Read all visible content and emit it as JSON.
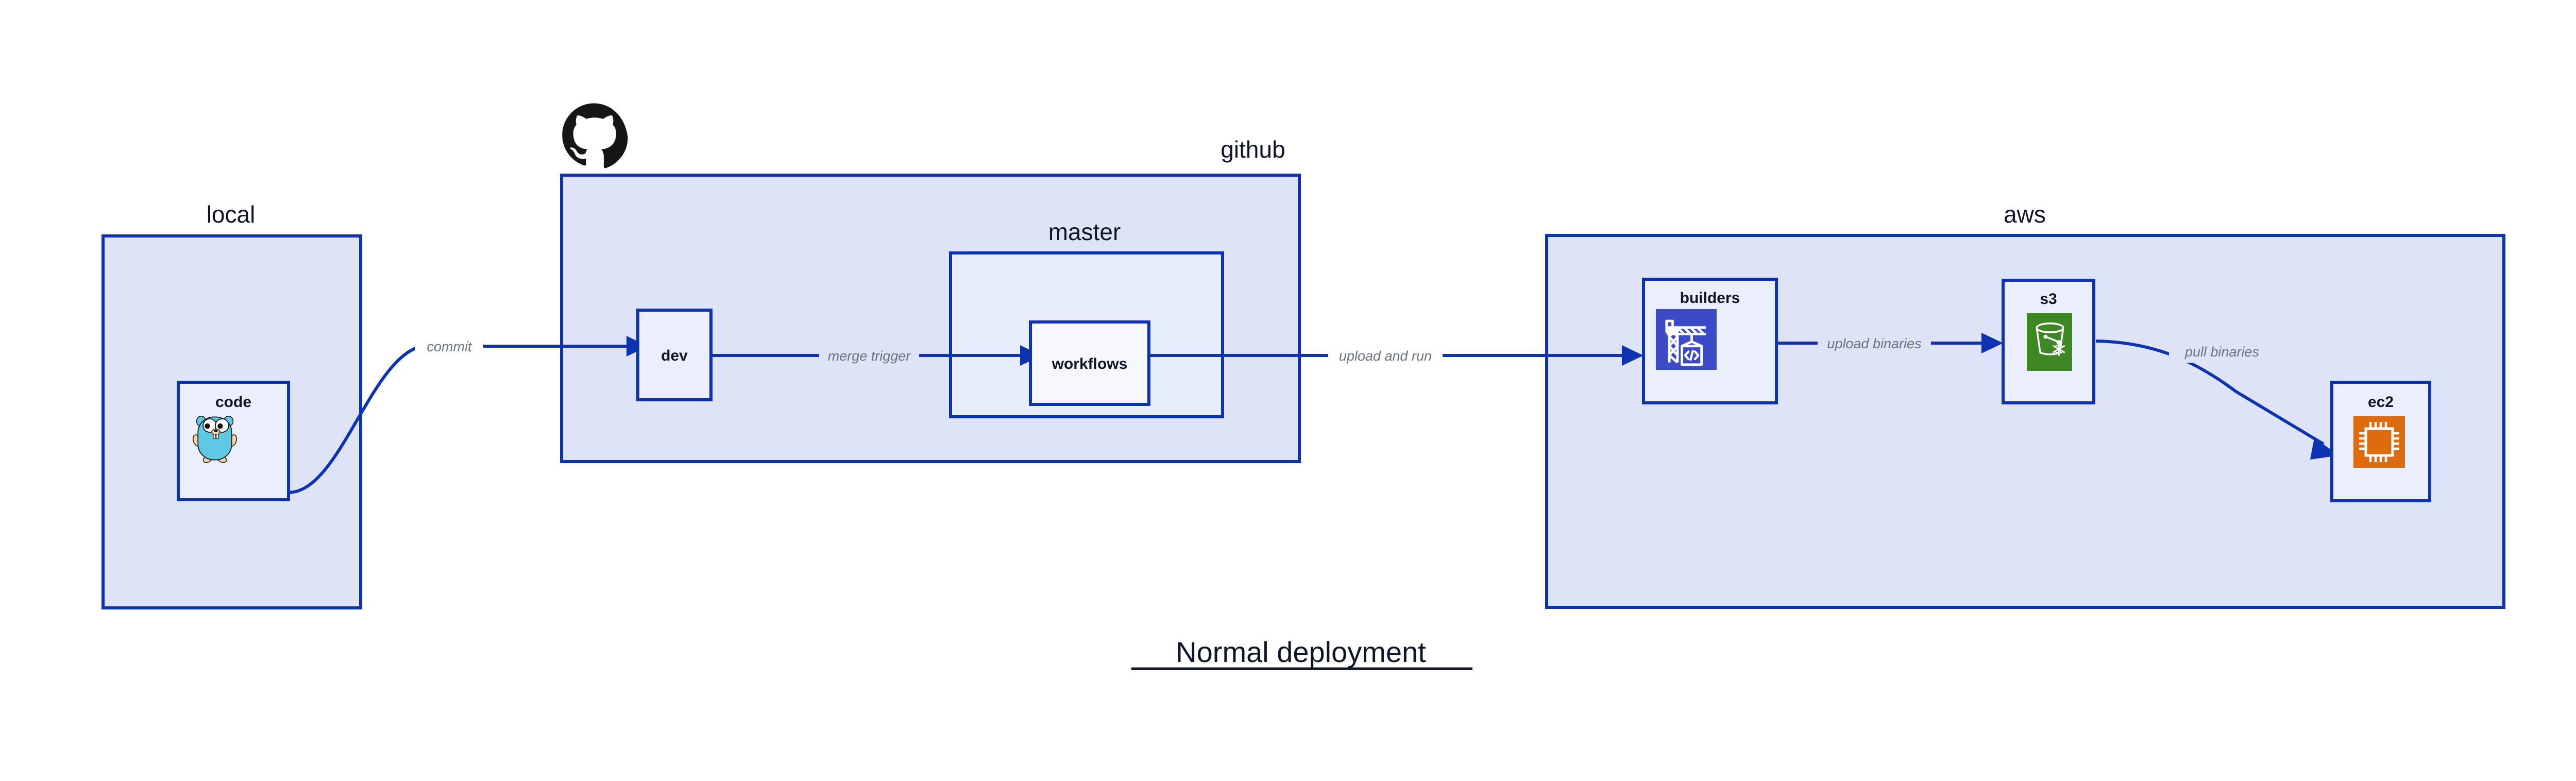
{
  "diagram": {
    "caption": "Normal deployment",
    "colors": {
      "group_fill": "#dee3f8",
      "group_fill_nested": "#e8edfb",
      "node_fill": "#ebeefb",
      "node_fill_light": "#f6f8fd",
      "stroke": "#0d33b2",
      "text": "#0f1429",
      "edge_label": "#6b7280",
      "s3_green": "#3f8624",
      "ec2_orange": "#dd6b10",
      "builders_blue": "#3b4bc8",
      "gopher_cyan": "#5dc9e2",
      "gopher_tan": "#f6d2a9",
      "github_black": "#161616"
    },
    "groups": [
      {
        "id": "local",
        "label": "local"
      },
      {
        "id": "github",
        "label": "github"
      },
      {
        "id": "master",
        "label": "master"
      },
      {
        "id": "aws",
        "label": "aws"
      }
    ],
    "nodes": [
      {
        "id": "code",
        "label": "code",
        "icon": "go-gopher-icon",
        "group": "local"
      },
      {
        "id": "dev",
        "label": "dev",
        "icon": null,
        "group": "github"
      },
      {
        "id": "workflows",
        "label": "workflows",
        "icon": null,
        "group": "master"
      },
      {
        "id": "builders",
        "label": "builders",
        "icon": "crane-code-icon",
        "group": "aws"
      },
      {
        "id": "s3",
        "label": "s3",
        "icon": "s3-bucket-icon",
        "group": "aws"
      },
      {
        "id": "ec2",
        "label": "ec2",
        "icon": "cpu-chip-icon",
        "group": "aws"
      }
    ],
    "edges": [
      {
        "id": "commit",
        "label": "commit",
        "from": "code",
        "to": "dev"
      },
      {
        "id": "merge-trigger",
        "label": "merge trigger",
        "from": "dev",
        "to": "workflows"
      },
      {
        "id": "upload-and-run",
        "label": "upload and run",
        "from": "workflows",
        "to": "builders"
      },
      {
        "id": "upload-binaries",
        "label": "upload binaries",
        "from": "builders",
        "to": "s3"
      },
      {
        "id": "pull-binaries",
        "label": "pull binaries",
        "from": "s3",
        "to": "ec2"
      }
    ],
    "logos": [
      {
        "id": "github-octocat",
        "name": "github-octocat-icon"
      }
    ]
  }
}
